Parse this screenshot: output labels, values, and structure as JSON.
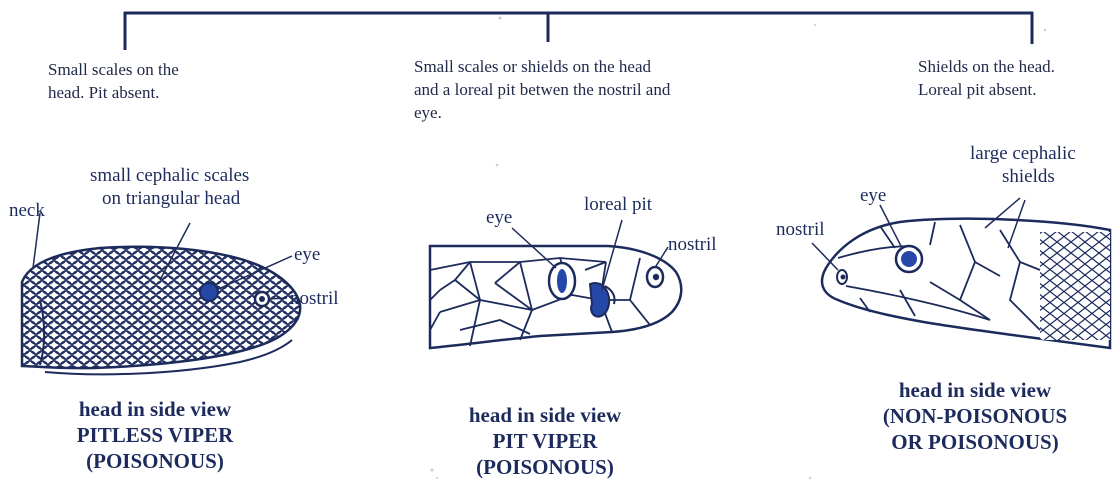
{
  "descriptions": {
    "pitless": [
      "Small scales on the",
      "head. Pit absent."
    ],
    "pit": [
      "Small scales or shields on the head",
      "and a loreal pit betwen the nostril and",
      "eye."
    ],
    "nonpit": [
      "Shields on the head.",
      "Loreal pit absent."
    ]
  },
  "labels": {
    "pitless": {
      "neck": "neck",
      "scales_1": "small cephalic scales",
      "scales_2": "on triangular head",
      "eye": "eye",
      "nostril": "nostril"
    },
    "pit": {
      "eye": "eye",
      "loreal_pit": "loreal pit",
      "nostril": "nostril"
    },
    "nonpit": {
      "shields_1": "large cephalic",
      "shields_2": "shields",
      "eye": "eye",
      "nostril": "nostril"
    }
  },
  "captions": {
    "pitless": [
      "head in side view",
      "PITLESS VIPER",
      "(POISONOUS)"
    ],
    "pit": [
      "head in side view",
      "PIT VIPER",
      "(POISONOUS)"
    ],
    "nonpit": [
      "head in side view",
      "(NON-POISONOUS",
      "OR POISONOUS)"
    ]
  },
  "colors": {
    "ink": "#1d2b5c",
    "eye_fill": "#2547a8"
  }
}
